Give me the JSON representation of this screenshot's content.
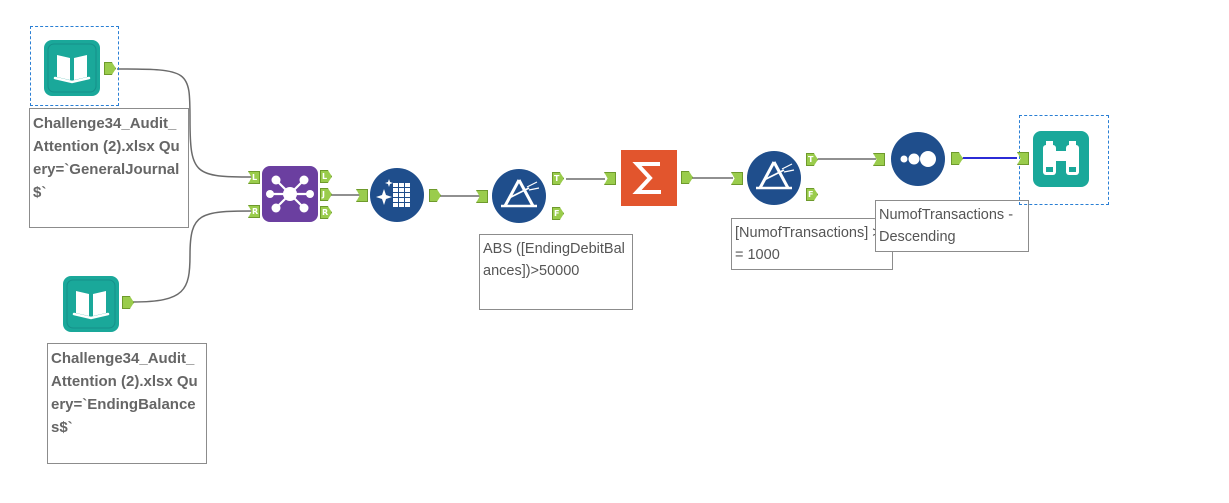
{
  "canvas": {
    "input1": {
      "icon": "book-icon",
      "annotation": "Challenge34_Audit_Attention (2).xlsx Query=`GeneralJournal$`"
    },
    "input2": {
      "icon": "book-icon",
      "annotation": "Challenge34_Audit_Attention (2).xlsx Query=`EndingBalances$`"
    },
    "join": {
      "icon": "join-icon",
      "anchors": [
        "L",
        "R",
        "L",
        "J",
        "R"
      ]
    },
    "cleanse": {
      "icon": "data-cleansing-icon"
    },
    "filter1": {
      "icon": "filter-icon",
      "anchors": [
        "T",
        "F"
      ],
      "annotation": "ABS ([EndingDebitBalances])>50000"
    },
    "summarize": {
      "icon": "summarize-icon"
    },
    "filter2": {
      "icon": "filter-icon",
      "anchors": [
        "T",
        "F"
      ],
      "annotation": "[NumofTransactions] >= 1000"
    },
    "sort": {
      "icon": "sort-icon",
      "annotation": "NumofTransactions - Descending"
    },
    "browse": {
      "icon": "binoculars-icon"
    },
    "colors": {
      "teal": "#1aa89a",
      "purple": "#6b3fa0",
      "navy": "#1f4e8c",
      "orange": "#e2552d",
      "anchor": "#9acc4c",
      "selection": "#2a7fd4",
      "selected_wire": "#2b2bd6"
    }
  }
}
